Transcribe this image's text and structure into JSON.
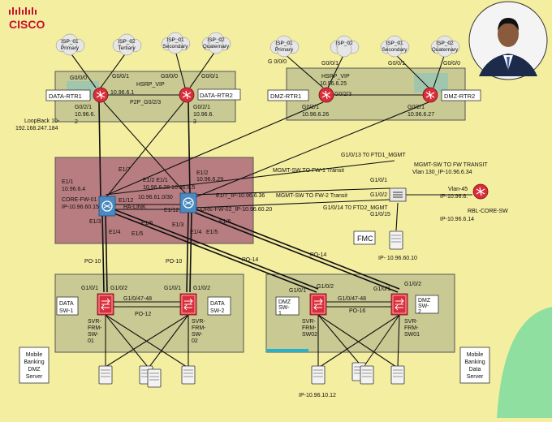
{
  "logo": {
    "text": "CISCO",
    "brand_color": "#c8102e"
  },
  "colors": {
    "background": "#f4eea0",
    "zone_green": "#c9c993",
    "zone_core": "#b87d80",
    "router_red": "#d92d3a",
    "switch_blue": "#4a8ac0",
    "cyan": "#2ab0c8",
    "green_blob": "#8fe0a0"
  },
  "clouds": [
    "ISP_01 Primary",
    "ISP_02 Tertiary",
    "ISP_01 Secondary",
    "ISP_02 Quaternary",
    "ISP_01 Primary",
    "ISP_02",
    "ISP_01 Secondary",
    "ISP_02 Quaternary"
  ],
  "cloud_lines": [
    [
      "ISP_01",
      "Primary"
    ],
    [
      "ISP_02",
      "Tertiary"
    ],
    [
      "ISP_01",
      "Secondary"
    ],
    [
      "ISP_02",
      "Quaternary"
    ],
    [
      "ISP_01",
      "Primary"
    ],
    [
      "ISP_02",
      ""
    ],
    [
      "ISP_01",
      "Secondary"
    ],
    [
      "ISP_02",
      "Quaternary"
    ]
  ],
  "data_routers": {
    "rtr1_label": "DATA-RTR1",
    "rtr2_label": "DATA-RTR2",
    "g000_left": "G0/0/0",
    "g001_left": "G0/0/1",
    "g000_right": "G0/0/0",
    "g001_right": "G0/0/1",
    "hsrp": "HSRP_VIP",
    "hsrp_ip": "10.96.6.1",
    "p2p": "P2P_G0/2/3",
    "rtr1_g021": "G0/2/1",
    "rtr1_ip": "10.96.6.",
    "rtr1_ip2": "2",
    "rtr2_g021": "G0/2/1",
    "rtr2_ip": "10.96.6.",
    "rtr2_ip2": "3",
    "loopback": "LoopBack 10-",
    "loopback_ip": "192.168.247.184"
  },
  "dmz_routers": {
    "rtr1_label": "DMZ-RTR1",
    "rtr2_label": "DMZ-RTR2",
    "g000": "G 0/0/0",
    "g001_left": "G0/0/1",
    "g001_right": "G0/0/1",
    "g000_right": "G0/0/0",
    "hsrp": "HSRP_VIP",
    "hsrp_ip": "10.96.6.25",
    "g023": "G0/2/3",
    "rtr1_g021": "G0/2/1",
    "rtr1_ip": "10.96.6.26",
    "rtr2_g021": "G0/2/1",
    "rtr2_ip": "10.96.6.27"
  },
  "core": {
    "fw1_label": "CORE-FW-01",
    "fw1_ip": "IP-10.96.60.15",
    "fw2_label": "CORE-FW-02_IP-10.96.60.20",
    "e11_left": "E1/1",
    "e11_left_ip": "10.96.6.4",
    "e17_top": "E1/7",
    "e12_left": "E1/2",
    "e11_mid": "E1/1",
    "mid_ip1": "10.96.6.28",
    "mid_ip2": "10.96.6.5",
    "e12_right": "E1/2",
    "right_ip": "10.96.6.29",
    "e112": "E1/12",
    "ha_link": "HA-LINK",
    "ha_ip": "10.96.61.0/30",
    "e113": "E1/3",
    "e114": "E1/4",
    "e16": "E1/6",
    "e15": "E1/5",
    "e112_right": "E1/12",
    "e13_right": "E1/3",
    "e14_right": "E1/4",
    "e15_right": "E1/5",
    "e16_right": "E1/6",
    "e17_transit": "E1/7_IP-10.96.6.36",
    "mgmt_fw2": "MGMT-SW TO FW-2 Transit",
    "mgmt_fw1": "MGMT-SW TO FW-1 Transit"
  },
  "mgmt": {
    "g1013": "G1/0/13 T0 FTD1_MGMT",
    "transit": "MGMT-SW TO FW TRANSIT",
    "vlan130": "Vlan 130_IP-10.96.6.34",
    "g101": "G1/0/1",
    "g102": "G1/0/2",
    "g1014": "G1/0/14 T0 FTD2_MGMT",
    "g1015": "G1/0/15",
    "vlan45": "Vlan-45",
    "vlan45_ip": "IP-10.96.6.",
    "rbl": "RBL-CORE-SW",
    "rbl_ip": "IP-10.96.6.14",
    "fmc": "FMC",
    "fmc_ip": "IP- 10.96.60.10"
  },
  "po": {
    "po10a": "PO-10",
    "po10b": "PO-10",
    "po14a": "PO-14",
    "po14b": "PO-14",
    "po12": "PO-12",
    "po16": "PO-16"
  },
  "data_sw": {
    "sw1": "DATA SW-1",
    "sw2": "DATA SW-2",
    "sw1_g101": "G1/0/1",
    "sw1_g102": "G1/0/2",
    "sw2_g101": "G1/0/1",
    "sw2_g102": "G1/0/2",
    "trunk": "G1/0/47-48",
    "svr1": [
      "SVR-",
      "FRM-",
      "SW-",
      "01"
    ],
    "svr2": [
      "SVR-",
      "FRM-",
      "SW-",
      "02"
    ]
  },
  "dmz_sw": {
    "sw1": [
      "DMZ",
      "SW-",
      "1"
    ],
    "sw2": [
      "DMZ",
      "SW-",
      "2"
    ],
    "sw1_g101": "G1/0/1",
    "sw1_g102": "G1/0/2",
    "sw2_g101": "G1/0/1",
    "sw2_g102": "G1/0/2",
    "trunk": "G1/0/47-48",
    "svr1": [
      "SVR-",
      "FRM-",
      "SW02"
    ],
    "svr2": [
      "SVR-",
      "FRM-",
      "SW01"
    ]
  },
  "server_boxes": {
    "left": [
      "Mobile",
      "Banking",
      "DMZ",
      "Server"
    ],
    "right": [
      "Mobile",
      "Banking",
      "Data",
      "Server"
    ]
  },
  "server_ip": "IP-10.96.10.12"
}
